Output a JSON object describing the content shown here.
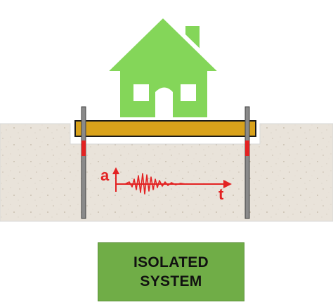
{
  "label": {
    "line1": "ISOLATED",
    "line2": "SYSTEM"
  },
  "axis": {
    "y_letter": "a",
    "x_letter": "t"
  },
  "colors": {
    "ground": "#e9e3da",
    "house": "#84d659",
    "house_outline": "#ffffff",
    "beam": "#d9a21b",
    "pole": "#808080",
    "signal": "#e32222",
    "label_bg": "#70ad47",
    "label_text": "#111111"
  },
  "icons": {
    "house": "house-icon",
    "seismic_wave": "seismic-wave-icon"
  }
}
